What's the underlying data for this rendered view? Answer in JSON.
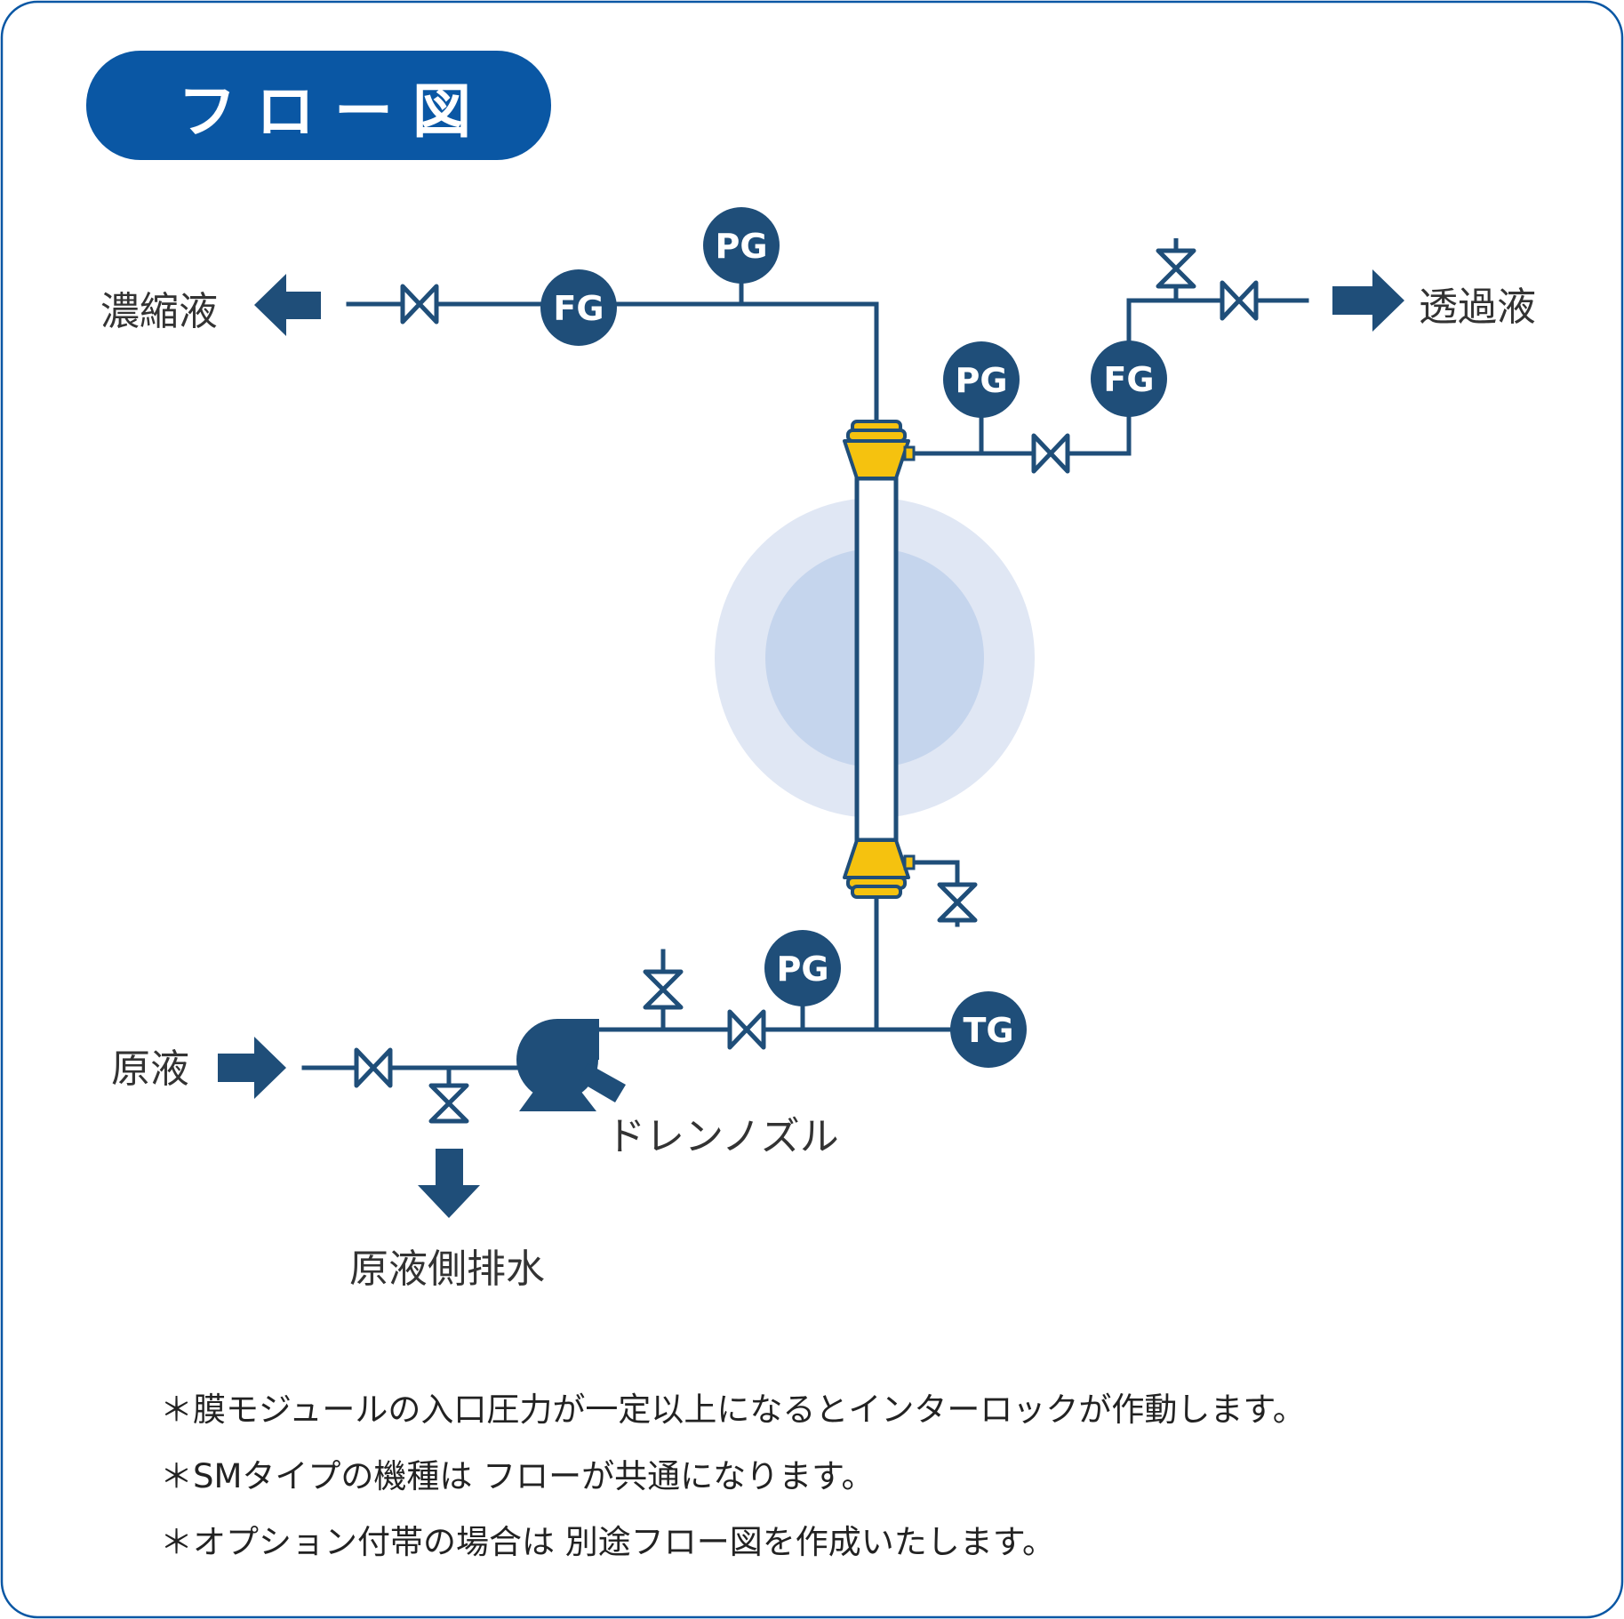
{
  "title": "フロー図",
  "labels": {
    "concentrate": "濃縮液",
    "permeate": "透過液",
    "raw_liquid": "原液",
    "raw_drain": "原液側排水",
    "drain_nozzle": "ドレンノズル"
  },
  "gauges": {
    "pg": "PG",
    "fg": "FG",
    "tg": "TG"
  },
  "notes": [
    "＊膜モジュールの入口圧力が一定以上になるとインターロックが作動します。",
    "＊SMタイプの機種は フローが共通になります。",
    "＊オプション付帯の場合は 別途フロー図を作成いたします。"
  ],
  "colors": {
    "pipe": "#1f4e79",
    "title_bg": "#0a57a4",
    "border": "#0a57a4",
    "module_cap": "#f5c20f",
    "halo_outer": "#e0e7f4",
    "halo_inner": "#c5d5ed"
  }
}
